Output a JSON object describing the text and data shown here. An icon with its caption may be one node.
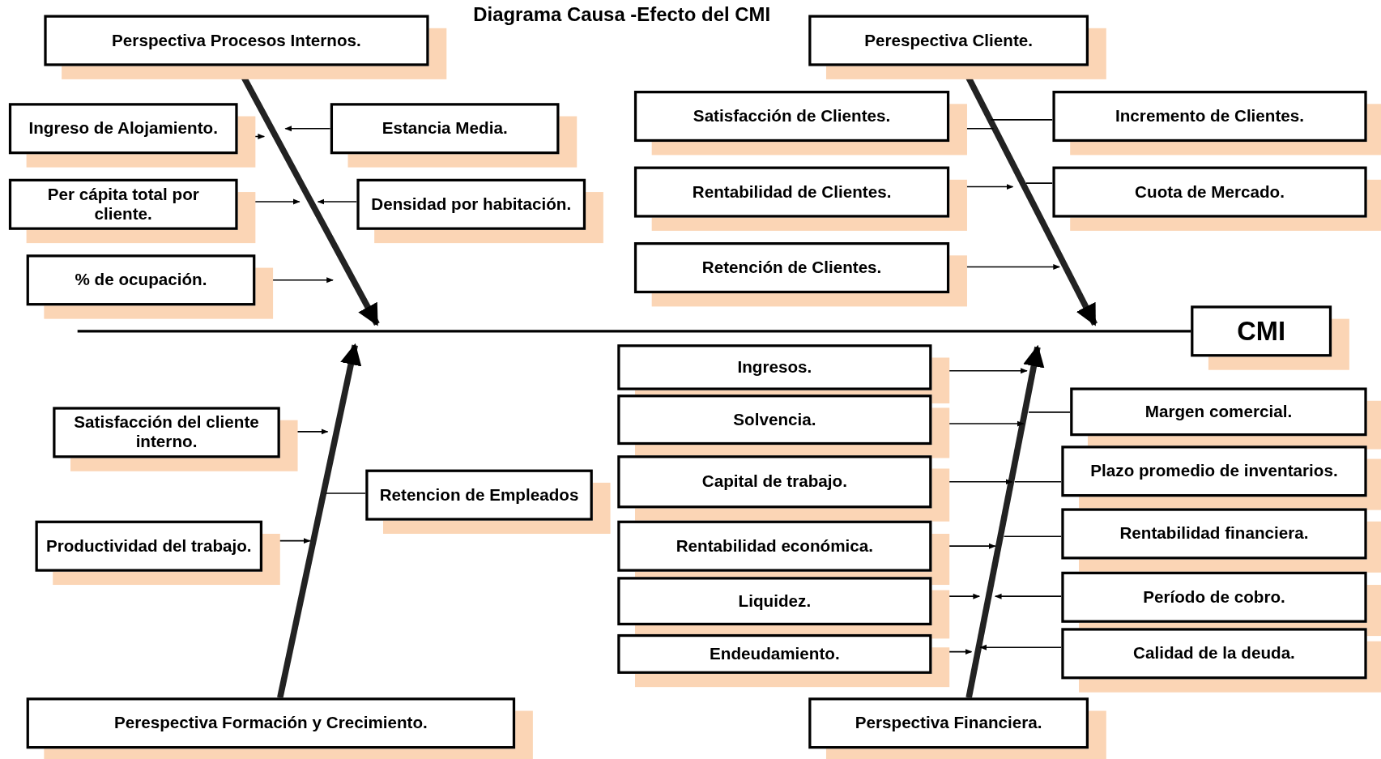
{
  "diagram": {
    "title": "Diagrama Causa -Efecto del CMI",
    "nodes": [
      {
        "text": [
          "Perspectiva Procesos Internos."
        ]
      },
      {
        "text": [
          "Perespectiva Cliente."
        ]
      },
      {
        "text": [
          "Ingreso de Alojamiento."
        ]
      },
      {
        "text": [
          "Estancia Media."
        ]
      },
      {
        "text": [
          "Satisfacción de Clientes."
        ]
      },
      {
        "text": [
          "Incremento de Clientes."
        ]
      },
      {
        "text": [
          "Per cápita total por cliente."
        ]
      },
      {
        "text": [
          "Densidad por habitación."
        ]
      },
      {
        "text": [
          "Rentabilidad de Clientes."
        ]
      },
      {
        "text": [
          "Cuota de Mercado."
        ]
      },
      {
        "text": [
          "% de ocupación."
        ]
      },
      {
        "text": [
          "Retención de Clientes."
        ]
      },
      {
        "text": [
          "CMI"
        ]
      },
      {
        "text": [
          "Ingresos."
        ]
      },
      {
        "text": [
          "Solvencia."
        ]
      },
      {
        "text": [
          "Margen comercial."
        ]
      },
      {
        "text": [
          "Satisfacción del cliente interno."
        ]
      },
      {
        "text": [
          "Plazo promedio de inventarios."
        ]
      },
      {
        "text": [
          "Retencion de Empleados"
        ]
      },
      {
        "text": [
          "Capital de trabajo."
        ]
      },
      {
        "text": [
          "Rentabilidad económica."
        ]
      },
      {
        "text": [
          "Rentabilidad financiera."
        ]
      },
      {
        "text": [
          "Productividad del trabajo."
        ]
      },
      {
        "text": [
          "Liquidez."
        ]
      },
      {
        "text": [
          "Período de cobro."
        ]
      },
      {
        "text": [
          "Endeudamiento."
        ]
      },
      {
        "text": [
          "Calidad de la deuda."
        ]
      },
      {
        "text": [
          "Perespectiva Formación y Crecimiento."
        ]
      },
      {
        "text": [
          "Perspectiva Financiera."
        ]
      }
    ],
    "edges": [
      {
        "from": null,
        "to": 12,
        "arrow": "none"
      },
      {
        "from": 0,
        "to": null,
        "arrow": "to",
        "style": "thick"
      },
      {
        "from": 1,
        "to": null,
        "arrow": "to",
        "style": "thick"
      },
      {
        "from": 27,
        "to": null,
        "arrow": "to",
        "style": "thick"
      },
      {
        "from": 28,
        "to": null,
        "arrow": "to",
        "style": "thick"
      },
      {
        "from": 2,
        "to": null,
        "arrow": "to"
      },
      {
        "from": 3,
        "to": null,
        "arrow": "to"
      },
      {
        "from": 4,
        "to": null,
        "arrow": "none"
      },
      {
        "from": 5,
        "to": null,
        "arrow": "none"
      },
      {
        "from": 6,
        "to": null,
        "arrow": "to"
      },
      {
        "from": 7,
        "to": null,
        "arrow": "to"
      },
      {
        "from": 8,
        "to": null,
        "arrow": "to"
      },
      {
        "from": 9,
        "to": null,
        "arrow": "none"
      },
      {
        "from": 10,
        "to": null,
        "arrow": "to"
      },
      {
        "from": 11,
        "to": null,
        "arrow": "to"
      },
      {
        "from": 13,
        "to": null,
        "arrow": "to"
      },
      {
        "from": 14,
        "to": null,
        "arrow": "to"
      },
      {
        "from": 15,
        "to": null,
        "arrow": "none"
      },
      {
        "from": 16,
        "to": null,
        "arrow": "to"
      },
      {
        "from": 17,
        "to": null,
        "arrow": "none"
      },
      {
        "from": 18,
        "to": null,
        "arrow": "none"
      },
      {
        "from": 19,
        "to": null,
        "arrow": "to"
      },
      {
        "from": 20,
        "to": null,
        "arrow": "to"
      },
      {
        "from": 21,
        "to": null,
        "arrow": "none"
      },
      {
        "from": 22,
        "to": null,
        "arrow": "to"
      },
      {
        "from": 23,
        "to": null,
        "arrow": "to"
      },
      {
        "from": 24,
        "to": null,
        "arrow": "to"
      },
      {
        "from": 25,
        "to": null,
        "arrow": "to"
      },
      {
        "from": 26,
        "to": null,
        "arrow": "to"
      }
    ]
  }
}
